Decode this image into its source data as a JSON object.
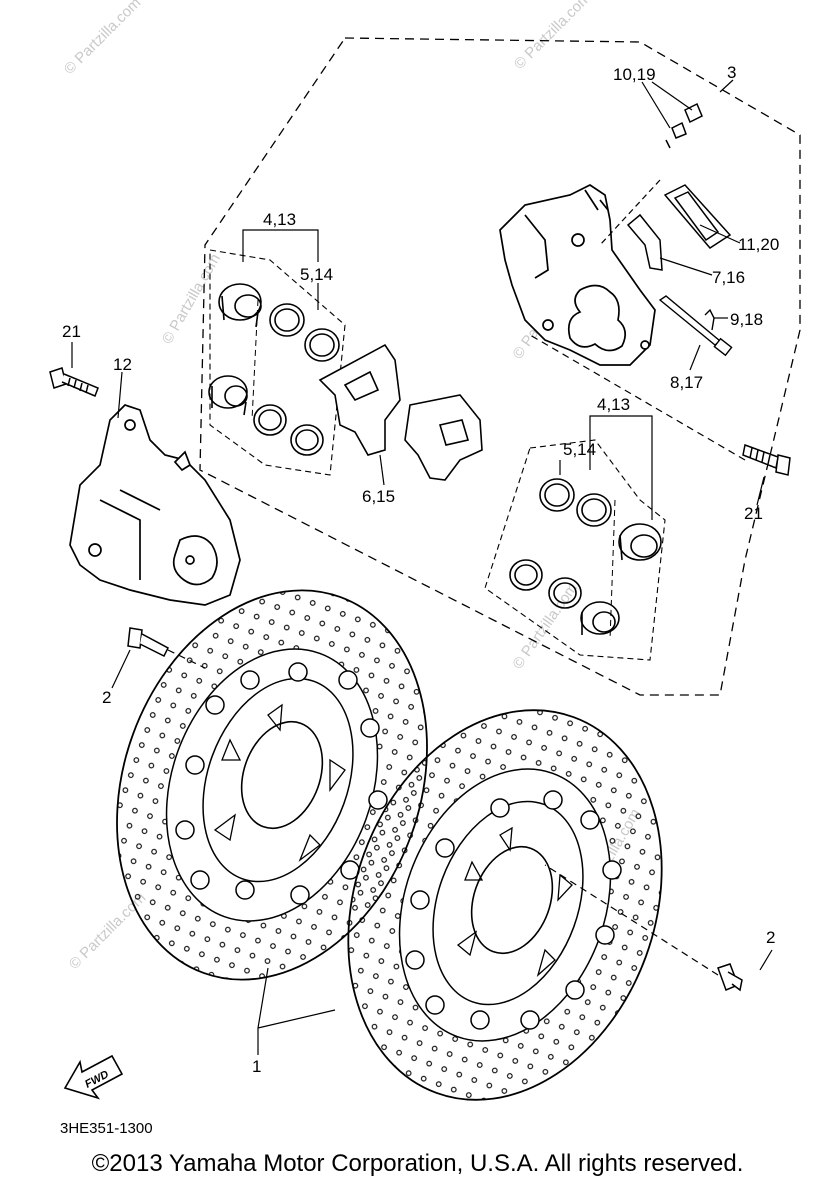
{
  "diagram": {
    "callouts": {
      "p1": "1",
      "p2a": "2",
      "p2b": "2",
      "p3": "3",
      "p4_13a": "4,13",
      "p4_13b": "4,13",
      "p5_14a": "5,14",
      "p5_14b": "5,14",
      "p6_15": "6,15",
      "p7_16": "7,16",
      "p8_17": "8,17",
      "p9_18": "9,18",
      "p10_19": "10,19",
      "p11_20": "11,20",
      "p12": "12",
      "p21a": "21",
      "p21b": "21"
    },
    "fwd_arrow_label": "FWD",
    "diagram_code": "3HE351-1300",
    "watermark": "© Partzilla.com"
  },
  "footer": {
    "copyright": "©2013 Yamaha Motor Corporation, U.S.A. All rights reserved."
  }
}
